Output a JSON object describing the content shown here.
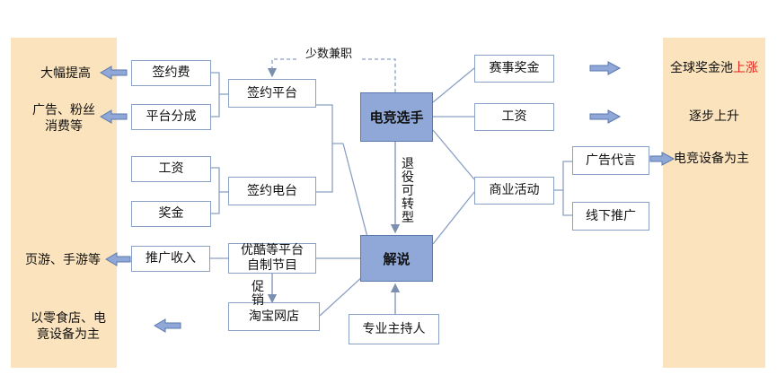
{
  "hubs": {
    "player": "电竞选手",
    "commentary": "解说"
  },
  "center": {
    "sign_platform": "签约平台",
    "sign_tv": "签约电台",
    "youku_line1": "优酷等平台",
    "youku_line2": "自制节目",
    "taobao": "淘宝网店",
    "host": "专业主持人"
  },
  "left_boxes": {
    "signing_fee": "签约费",
    "platform_share": "平台分成",
    "salary": "工资",
    "bonus": "奖金",
    "promo_income": "推广收入"
  },
  "right_boxes": {
    "prize": "赛事奖金",
    "salary": "工资",
    "business": "商业活动",
    "ad_endorse": "广告代言",
    "offline_promo": "线下推广"
  },
  "left_notes": {
    "big_rise": "大幅提高",
    "ads_fans_line1": "广告、粉丝",
    "ads_fans_line2": "消费等",
    "web_mobile_games": "页游、手游等",
    "snacks_line1": "以零食店、电",
    "snacks_line2": "竟设备为主"
  },
  "right_notes": {
    "global_pool_prefix": "全球奖金池",
    "global_pool_rise": "上涨",
    "gradual_rise": "逐步上升",
    "equipment_main": "电竞设备为主"
  },
  "edge_labels": {
    "few_part_time": "少数兼职",
    "retire_transition": "退役可转型",
    "promote": "促销"
  },
  "colors": {
    "panel": "#fbe3bd",
    "hub": "#8fa8d8",
    "line": "#8aa0c4",
    "accent": "#e0261b"
  }
}
